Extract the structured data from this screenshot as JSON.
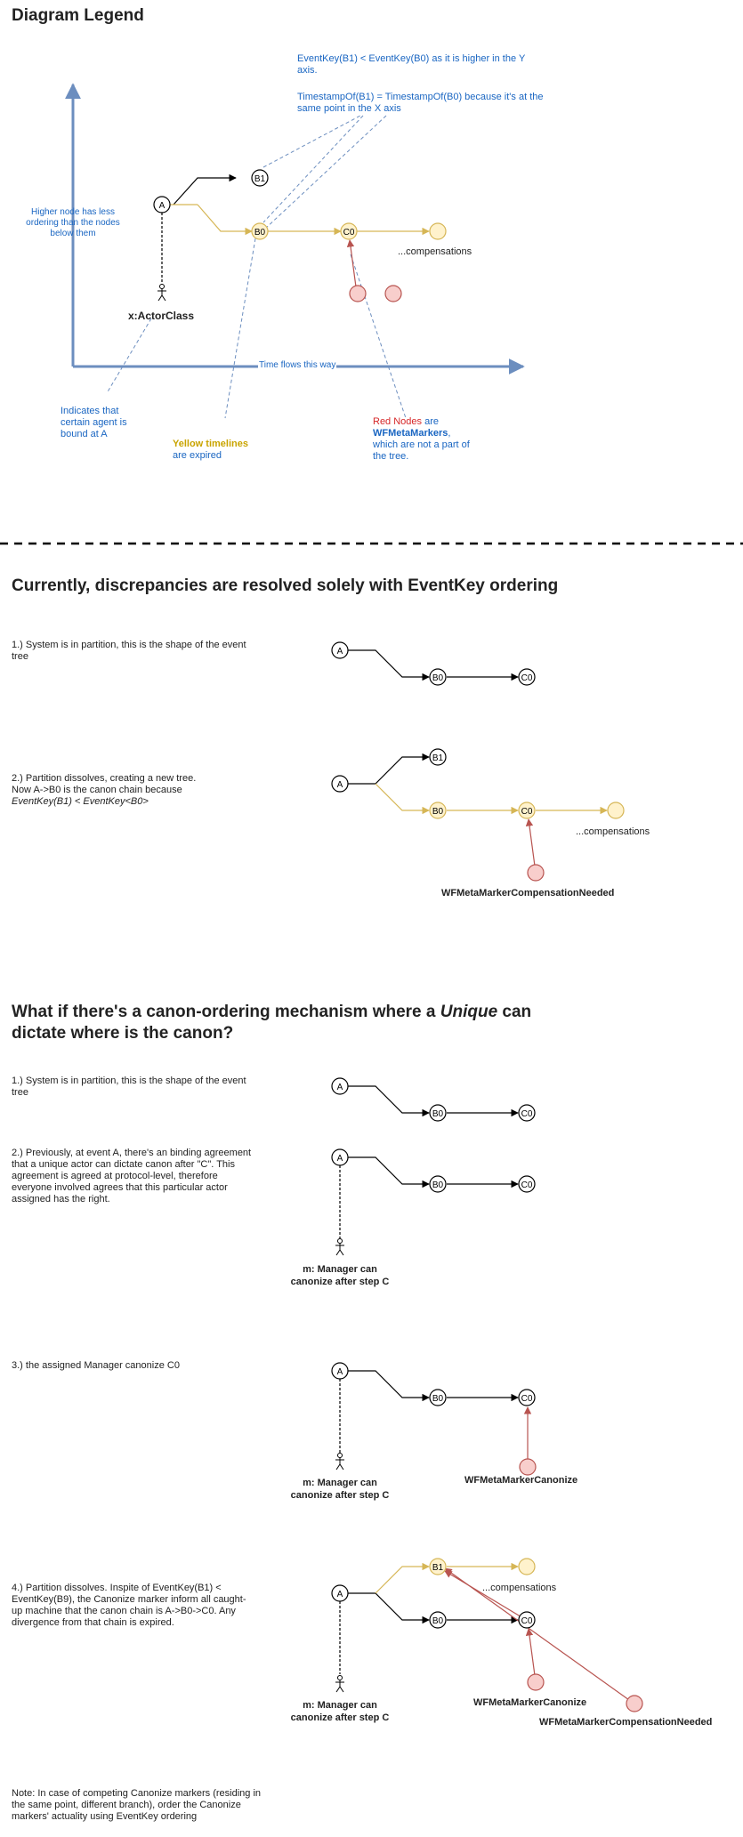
{
  "legend": {
    "title": "Diagram Legend",
    "note_eventkey": "EventKey(B1) < EventKey(B0) as it is higher in the Y axis.",
    "note_timestamp": "TimestampOf(B1) = TimestampOf(B0) because it's at the same point in the X axis",
    "yaxis_note": "Higher node has less ordering than the nodes below them",
    "xaxis_note": "Time flows this way",
    "actor_label": "x:ActorClass",
    "actor_note": "Indicates that certain agent is bound at A",
    "yellow_title": "Yellow timelines",
    "yellow_rest": "are expired",
    "red_title": "Red Nodes",
    "red_mid": " are ",
    "red_marker": "WFMetaMarkers",
    "red_rest": ", which are not a part of the tree.",
    "compensations": "...compensations",
    "nodes": {
      "a": "A",
      "b1": "B1",
      "b0": "B0",
      "c0": "C0"
    }
  },
  "section1": {
    "title": "Currently, discrepancies are resolved solely with EventKey ordering",
    "step1": "1.) System is in partition, this is the shape of the event tree",
    "step2_line1": "2.) Partition dissolves, creating a new tree.",
    "step2_line2": "Now A->B0 is the canon chain because",
    "step2_line3": "EventKey(B1) < EventKey<B0>",
    "compensations": "...compensations",
    "marker": "WFMetaMarkerCompensationNeeded"
  },
  "section2": {
    "title_pre": "What if there's a canon-ordering mechanism where a ",
    "title_em": "Unique",
    "title_post": " can dictate where is the canon?",
    "step1": "1.) System is in partition, this is the shape of the event tree",
    "step2": "2.) Previously, at event A, there's an binding agreement that a unique actor can dictate canon after \"C\". This agreement is agreed at protocol-level, therefore everyone involved agrees that this particular actor assigned has the right.",
    "step3": "3.) the assigned Manager canonize C0",
    "step4": "4.) Partition dissolves. Inspite of EventKey(B1) < EventKey(B9), the Canonize marker inform all caught-up machine that the canon chain is A->B0->C0. Any divergence from that chain is expired.",
    "manager_label": "m: Manager can canonize after step C",
    "marker_canonize": "WFMetaMarkerCanonize",
    "marker_comp": "WFMetaMarkerCompensationNeeded",
    "compensations": "...compensations",
    "note": "Note: In case of competing Canonize markers (residing in the same point, different branch), order the Canonize markers' actuality using EventKey ordering"
  },
  "colors": {
    "axis": "#6c8ebf",
    "yellow_stroke": "#d6b656",
    "yellow_fill": "#fff2cc",
    "red_stroke": "#b85450",
    "red_fill": "#f8cecc",
    "blue_text": "#1a66c2",
    "dashed_blue": "#6c8ebf"
  }
}
